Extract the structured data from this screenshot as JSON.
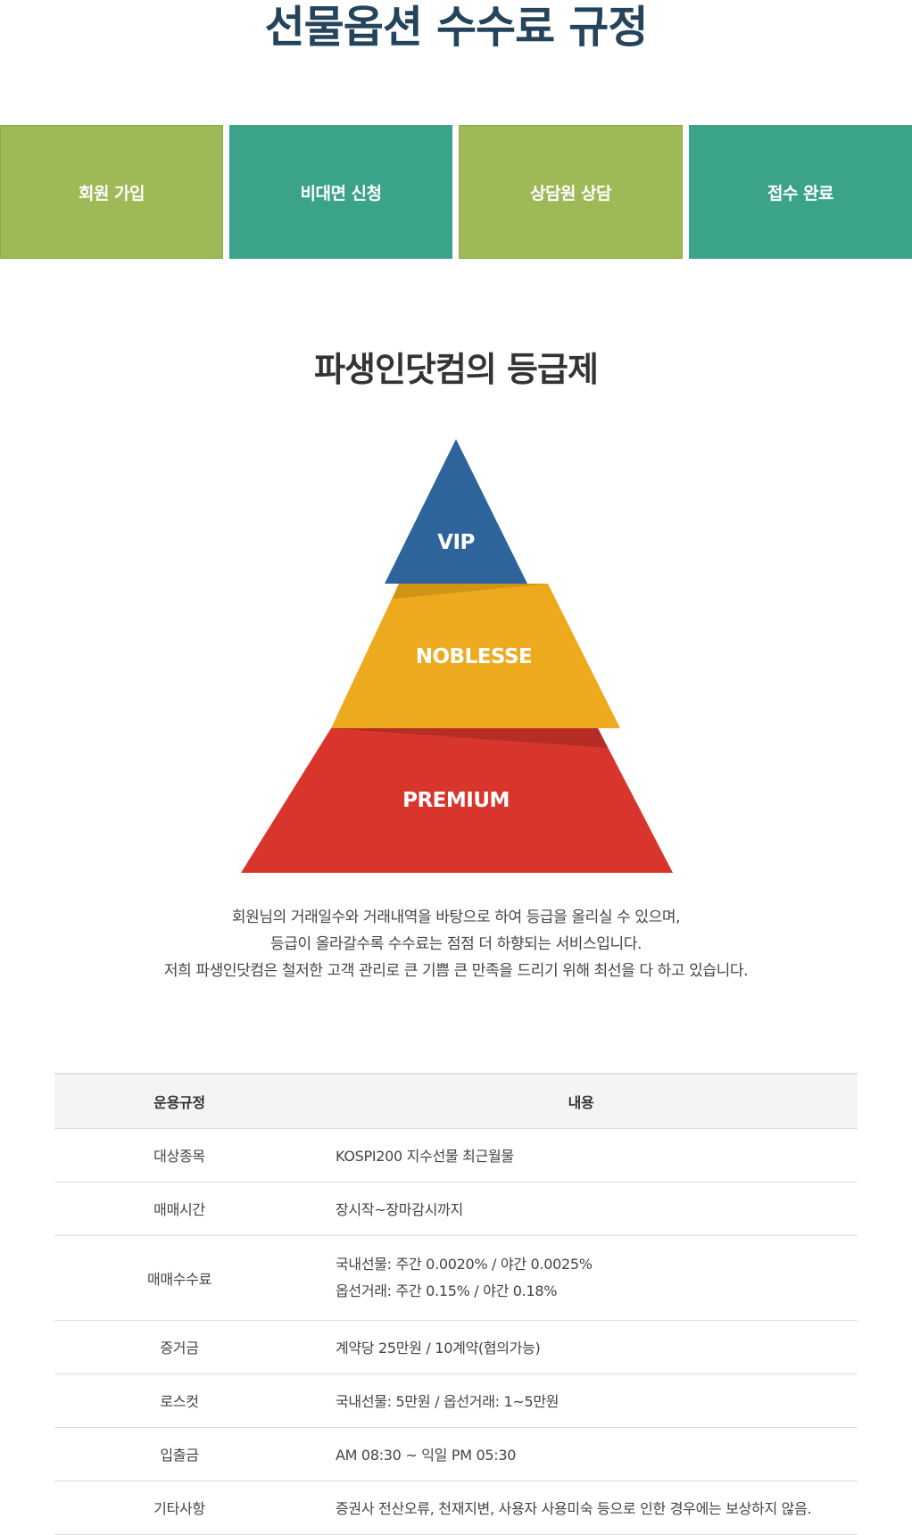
{
  "header": {
    "title": "선물옵션 수수료 규정"
  },
  "steps": [
    {
      "label": "회원 가입"
    },
    {
      "label": "비대면 신청"
    },
    {
      "label": "상담원 상담"
    },
    {
      "label": "접수 완료"
    }
  ],
  "grade": {
    "title": "파생인닷컴의 등급제",
    "tiers": [
      {
        "label": "VIP",
        "color": "#2e649c"
      },
      {
        "label": "NOBLESSE",
        "color": "#eeaa1e"
      },
      {
        "label": "PREMIUM",
        "color": "#d8352c"
      }
    ],
    "description": [
      "회원님의 거래일수와 거래내역을 바탕으로 하여 등급을 올리실 수 있으며,",
      "등급이 올라갈수록 수수료는 점점 더 하향되는 서비스입니다.",
      "저희 파생인닷컴은 철저한 고객 관리로 큰 기쁨 큰 만족을 드리기 위해 최선을 다 하고 있습니다."
    ]
  },
  "table": {
    "headers": [
      "운용규정",
      "내용"
    ],
    "rows": [
      {
        "rule": "대상종목",
        "content": [
          "KOSPI200 지수선물 최근월물"
        ]
      },
      {
        "rule": "매매시간",
        "content": [
          "장시작~장마감시까지"
        ]
      },
      {
        "rule": "매매수수료",
        "content": [
          "국내선물: 주간 0.0020% / 야간 0.0025%",
          "옵선거래: 주간 0.15% / 야간 0.18%"
        ]
      },
      {
        "rule": "증거금",
        "content": [
          "계약당 25만원 / 10계약(협의가능)"
        ]
      },
      {
        "rule": "로스컷",
        "content": [
          "국내선물: 5만원 / 옵선거래: 1~5만원"
        ]
      },
      {
        "rule": "입출금",
        "content": [
          "AM 08:30 ~ 익일 PM 05:30"
        ]
      },
      {
        "rule": "기타사항",
        "content": [
          "증권사 전산오류, 천재지변, 사용자 사용미숙 등으로 인한 경우에는 보상하지 않음."
        ]
      }
    ]
  }
}
